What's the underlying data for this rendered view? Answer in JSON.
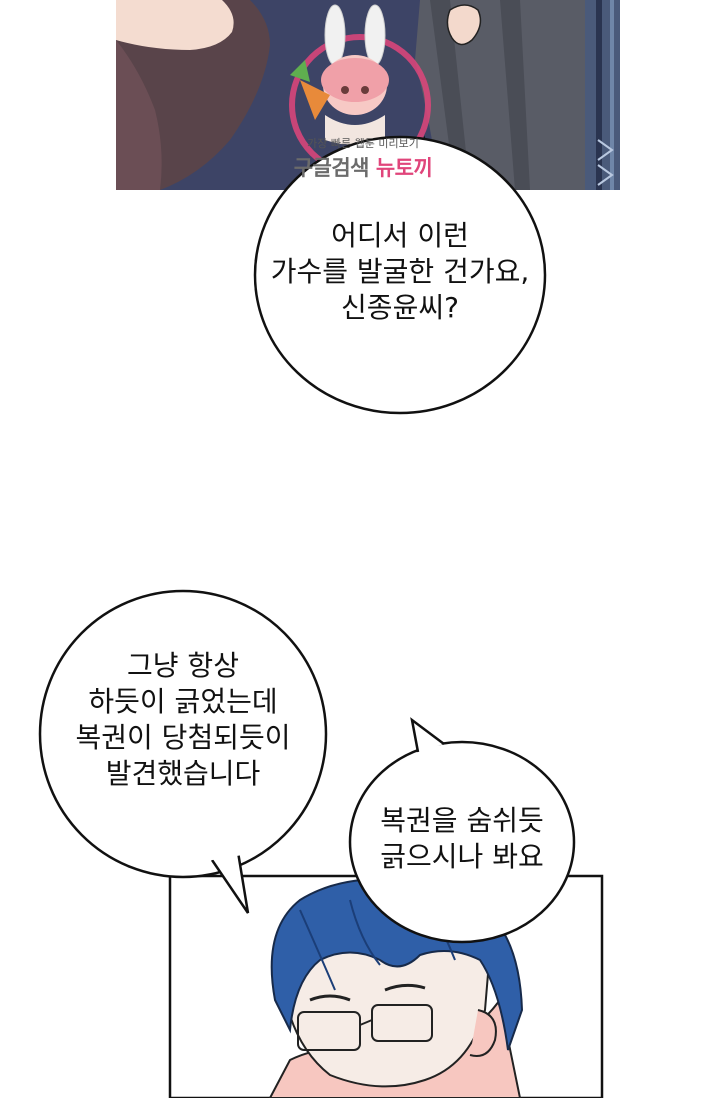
{
  "watermark": {
    "tagline": "가장 빠른 웹툰 미리보기",
    "brand_primary": "구글검색",
    "brand_secondary": "뉴토끼",
    "primary_color": "#6b6b6b",
    "secondary_color": "#e0457b"
  },
  "bubbles": {
    "top": {
      "lines": [
        "어디서 이런",
        "가수를 발굴한 건가요,",
        "신종윤씨?"
      ]
    },
    "left": {
      "lines": [
        "그냥 항상",
        "하듯이 긁었는데",
        "복권이 당첨되듯이",
        "발견했습니다"
      ]
    },
    "right": {
      "lines": [
        "복권을 숨쉬듯",
        "긁으시나 봐요"
      ]
    }
  },
  "colors": {
    "bubble_fill": "#ffffff",
    "outline": "#111111",
    "panel_top_bg": "#3e4565",
    "hair": "#2f5fa8",
    "skin": "#f6ece6"
  }
}
